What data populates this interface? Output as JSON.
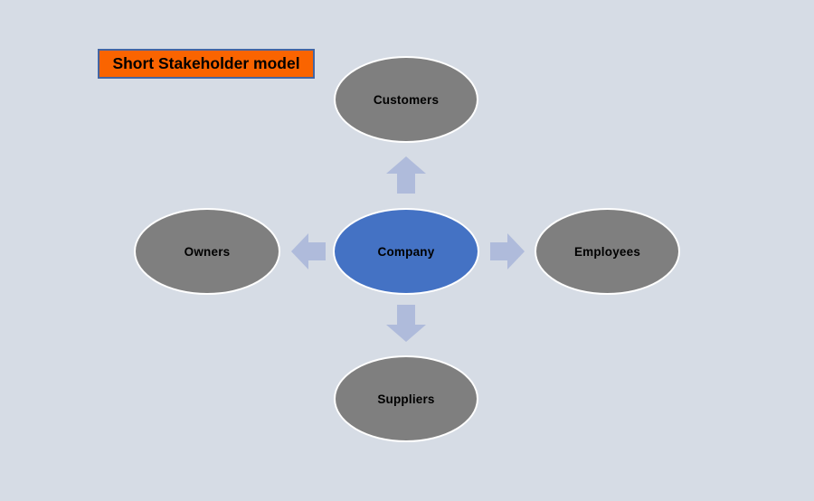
{
  "title": {
    "label": "Short Stakeholder model"
  },
  "diagram": {
    "type": "hub-and-spoke",
    "center": {
      "label": "Company"
    },
    "nodes": [
      {
        "id": "customers",
        "label": "Customers",
        "position": "top"
      },
      {
        "id": "employees",
        "label": "Employees",
        "position": "right"
      },
      {
        "id": "suppliers",
        "label": "Suppliers",
        "position": "bottom"
      },
      {
        "id": "owners",
        "label": "Owners",
        "position": "left"
      }
    ],
    "arrows": [
      {
        "from": "Company",
        "to": "Customers",
        "direction": "up"
      },
      {
        "from": "Company",
        "to": "Employees",
        "direction": "right"
      },
      {
        "from": "Company",
        "to": "Suppliers",
        "direction": "down"
      },
      {
        "from": "Company",
        "to": "Owners",
        "direction": "left"
      }
    ]
  },
  "colors": {
    "background": "#D6DCE5",
    "title_fill": "#FA6400",
    "title_border": "#4466A3",
    "center_fill": "#4472C4",
    "node_fill": "#7F7F7F",
    "node_border": "#FFFFFF",
    "arrow_fill": "#AFBBDB",
    "text": "#000000"
  }
}
